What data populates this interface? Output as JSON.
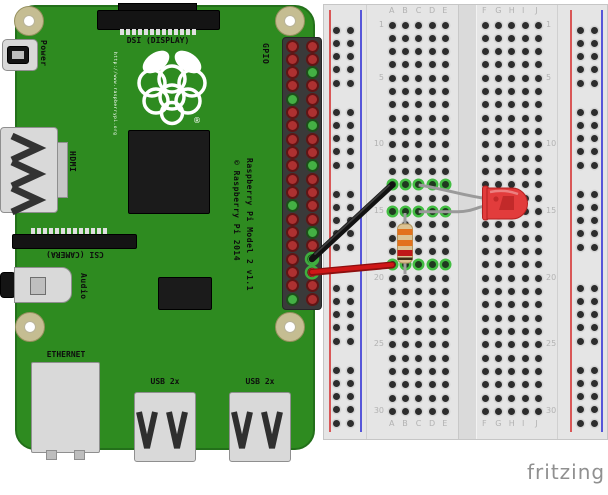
{
  "app": {
    "watermark": "fritzing"
  },
  "raspberry_pi": {
    "labels": {
      "power": "Power",
      "dsi": "DSI (DISPLAY)",
      "hdmi": "HDMI",
      "gpio": "GPIO",
      "csi": "CSI (CAMERA)",
      "audio": "Audio",
      "ethernet": "ETHERNET",
      "usb_left": "USB 2x",
      "usb_right": "USB 2x",
      "model": "Raspberry Pi Model 2 v1.1",
      "copyright": "© Raspberry Pi 2014",
      "url": "http://www.raspberrypi.org",
      "registered": "®"
    },
    "gpio_header": {
      "rows": 20,
      "cols": 2,
      "ground_rows_left": [
        5,
        13,
        20
      ],
      "ground_rows_right": [
        3,
        7,
        10,
        15,
        17
      ]
    },
    "colors": {
      "pcb": "#2e8b20",
      "pin_red": "#ad3131",
      "pin_green": "#44b044"
    }
  },
  "breadboard": {
    "rows": 30,
    "column_labels_left": [
      "A",
      "B",
      "C",
      "D",
      "E"
    ],
    "column_labels_right": [
      "F",
      "G",
      "H",
      "I",
      "J"
    ],
    "row_labels": [
      "1",
      "5",
      "10",
      "15",
      "20",
      "25",
      "30"
    ],
    "connected_rows": [
      13,
      15,
      19
    ],
    "rail_colors": {
      "red": "#d95757",
      "blue": "#5656d9"
    }
  },
  "circuit": {
    "led": {
      "color": "red",
      "connections": [
        "C13",
        "C15"
      ]
    },
    "resistor": {
      "bands": [
        "orange",
        "orange",
        "red",
        "dark"
      ],
      "connections": [
        "B15",
        "B19"
      ]
    },
    "wires": [
      {
        "color": "black",
        "from": "gpio-header",
        "to": "A13"
      },
      {
        "color": "red",
        "from": "gpio-header",
        "to": "A19"
      }
    ]
  }
}
